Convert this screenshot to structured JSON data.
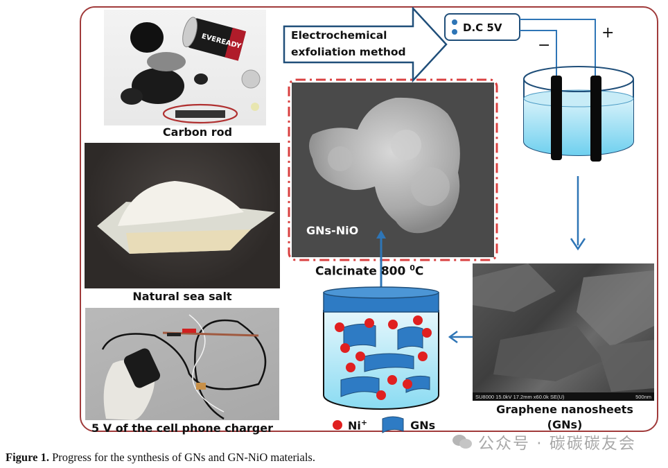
{
  "figure": {
    "panels": {
      "carbon_rod": {
        "label": "Carbon rod",
        "battery_brand": "EVEREADY"
      },
      "sea_salt": {
        "label": "Natural sea salt"
      },
      "charger": {
        "label": "5 V of the cell phone charger"
      },
      "gns_nio": {
        "label": "GNs-NiO"
      },
      "graphene": {
        "label_line1": "Graphene nanosheets",
        "label_line2": "(GNs)",
        "sem_info": "SU8000 15.0kV 17.2mm x60.0k SE(U)",
        "scale_bar": "500nm"
      }
    },
    "process": {
      "arrow_label_line1": "Electrochemical",
      "arrow_label_line2": "exfoliation method",
      "power_supply": "D.C 5V",
      "negative": "−",
      "positive": "+",
      "calcinate": "Calcinate 800 ",
      "calcinate_unit_sup": "0",
      "calcinate_unit": "C"
    },
    "legend": {
      "ni_label": "Ni",
      "ni_sup": "+",
      "gns_label": "GNs"
    },
    "colors": {
      "frame": "#a03a3a",
      "arrow_blue": "#2e75b6",
      "outline_blue": "#1f4e79",
      "ni_red": "#e02020",
      "gns_blue": "#2e7bc4",
      "dash_red": "#d94040"
    }
  },
  "caption": {
    "number": "Figure 1.",
    "text": " Progress for the synthesis of GNs and GN-NiO materials."
  },
  "watermark": {
    "text": "公众号 · 碳碳碳友会"
  }
}
